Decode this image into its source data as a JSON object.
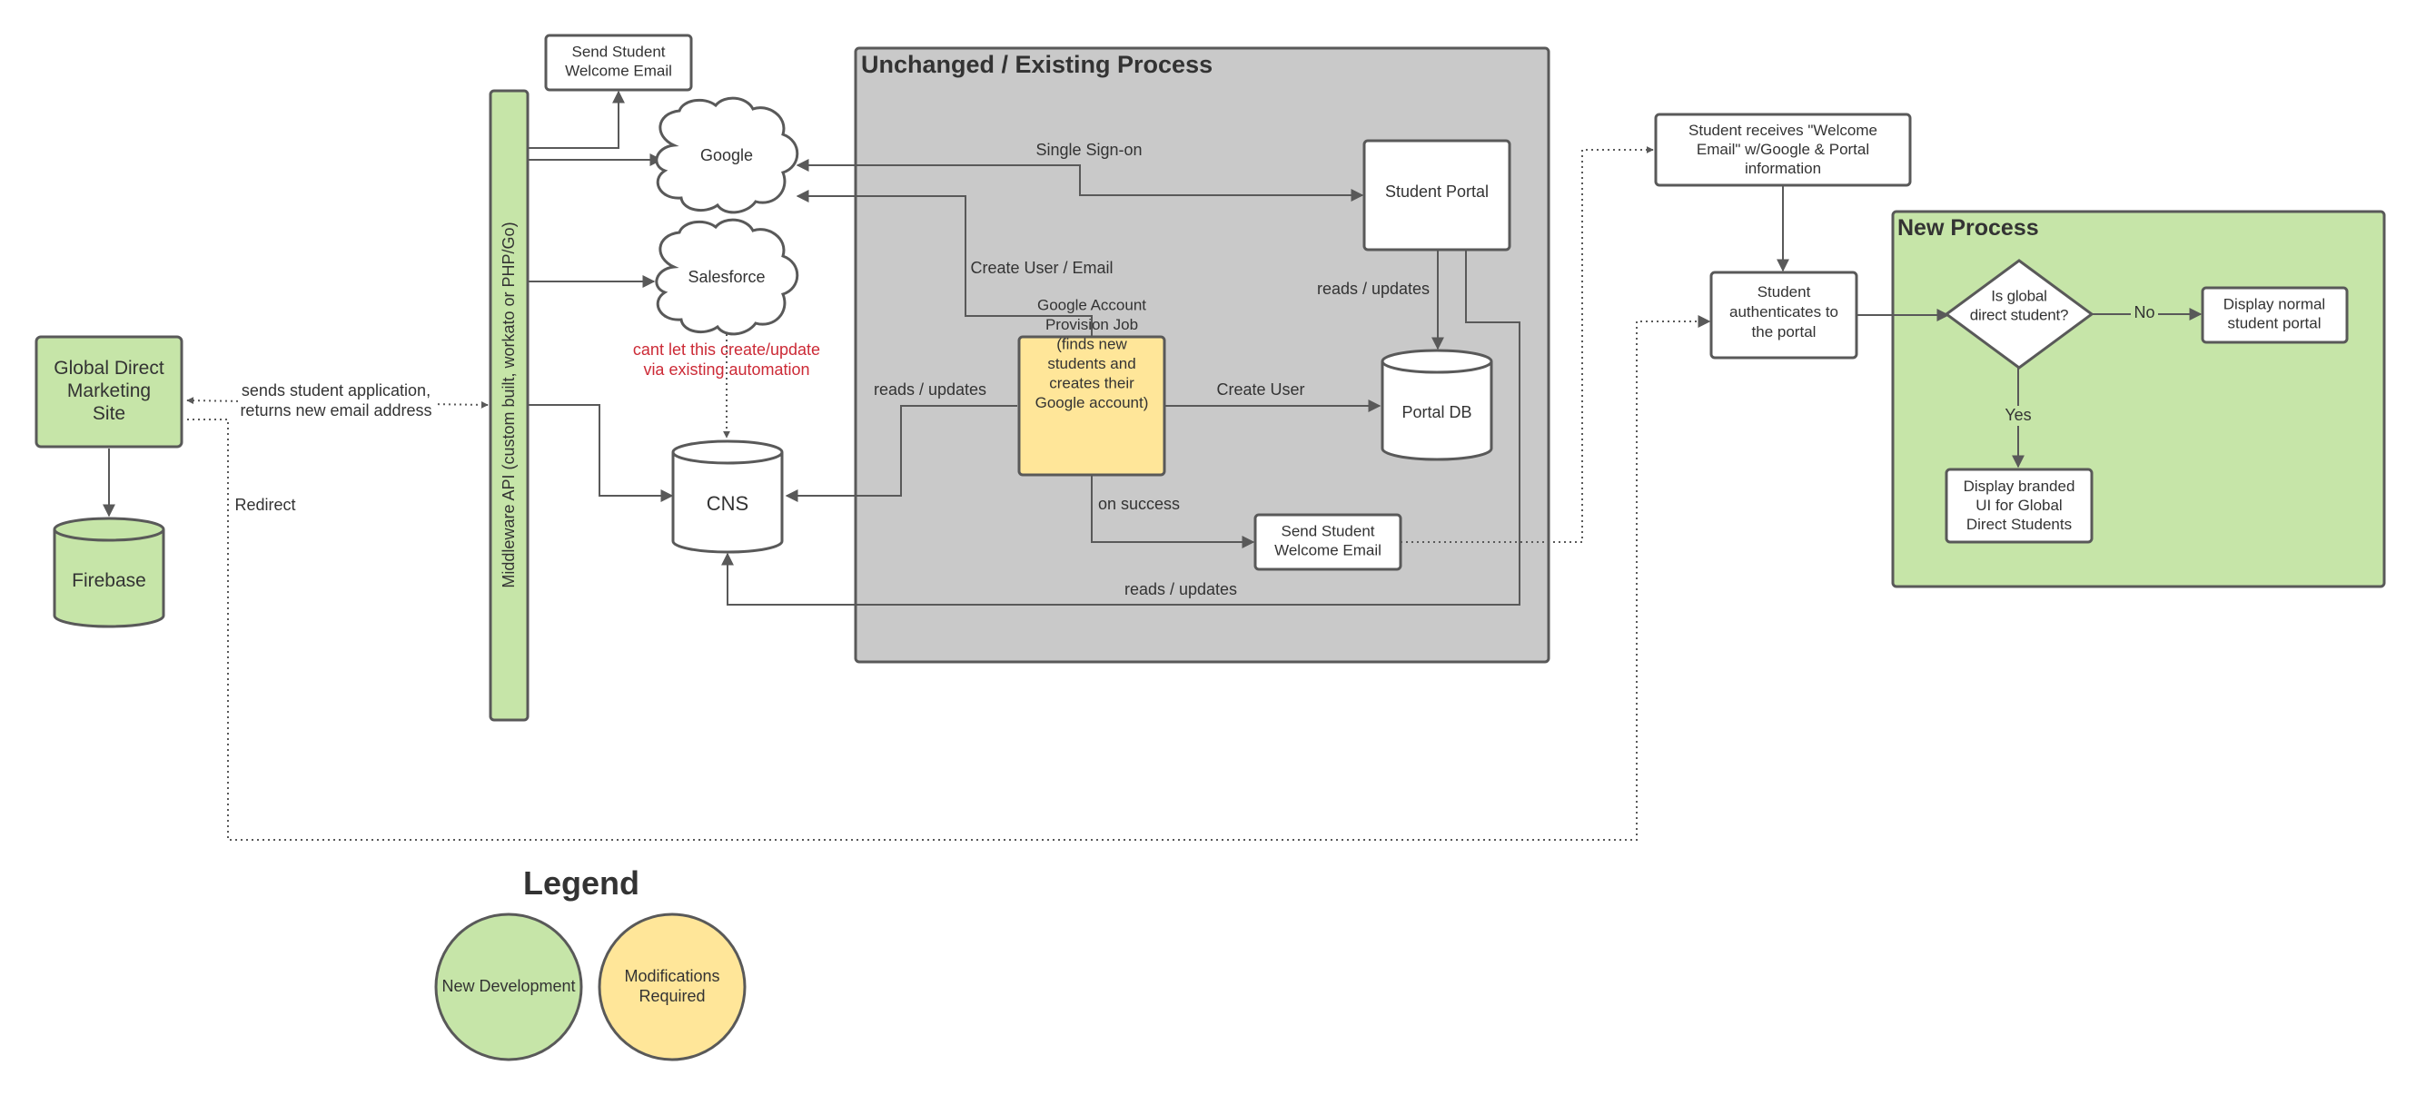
{
  "colors": {
    "new_development": "#c6e5a8",
    "modifications_required": "#ffe699",
    "existing_process": "#c9c9c9",
    "stroke": "#595959",
    "warning_text": "#cc2a36"
  },
  "groups": {
    "existing": {
      "title": "Unchanged / Existing Process"
    },
    "new_process": {
      "title": "New Process"
    }
  },
  "nodes": {
    "global_direct_site": {
      "lines": [
        "Global Direct",
        "Marketing",
        "Site"
      ]
    },
    "firebase": {
      "lines": [
        "Firebase"
      ]
    },
    "middleware_api": {
      "label": "Middleware API (custom built, workato or PHP/Go)"
    },
    "send_welcome_email_top": {
      "lines": [
        "Send Student",
        "Welcome Email"
      ]
    },
    "google": {
      "lines": [
        "Google"
      ]
    },
    "salesforce": {
      "lines": [
        "Salesforce"
      ]
    },
    "cns": {
      "lines": [
        "CNS"
      ]
    },
    "student_portal": {
      "lines": [
        "Student Portal"
      ]
    },
    "portal_db": {
      "lines": [
        "Portal DB"
      ]
    },
    "google_provision_job": {
      "lines": [
        "Google Account",
        "Provision Job",
        "(finds new",
        "students and",
        "creates their",
        "Google account)"
      ]
    },
    "send_welcome_email_existing": {
      "lines": [
        "Send Student",
        "Welcome Email"
      ]
    },
    "student_receives_email": {
      "lines": [
        "Student receives \"Welcome",
        "Email\" w/Google & Portal",
        "information"
      ]
    },
    "student_authenticates": {
      "lines": [
        "Student",
        "authenticates to",
        "the portal"
      ]
    },
    "is_global_decision": {
      "lines": [
        "Is global",
        "direct student?"
      ]
    },
    "display_normal_portal": {
      "lines": [
        "Display normal",
        "student portal"
      ]
    },
    "display_branded_ui": {
      "lines": [
        "Display branded",
        "UI for Global",
        "Direct Students"
      ]
    }
  },
  "edge_labels": {
    "sends_application": [
      "sends student application,",
      "returns new email address"
    ],
    "redirect": [
      "Redirect"
    ],
    "single_sign_on": [
      "Single Sign-on"
    ],
    "create_user_email": [
      "Create User / Email"
    ],
    "reads_updates_portal": [
      "reads / updates"
    ],
    "reads_updates_cns_job": [
      "reads / updates"
    ],
    "create_user": [
      "Create User"
    ],
    "on_success": [
      "on success"
    ],
    "reads_updates_cns_bottom": [
      "reads / updates"
    ],
    "salesforce_warning": [
      "cant let this create/update",
      "via existing automation"
    ],
    "decision_no": [
      "No"
    ],
    "decision_yes": [
      "Yes"
    ]
  },
  "legend": {
    "title": "Legend",
    "new_development": [
      "New Development"
    ],
    "modifications_required": [
      "Modifications",
      "Required"
    ]
  }
}
